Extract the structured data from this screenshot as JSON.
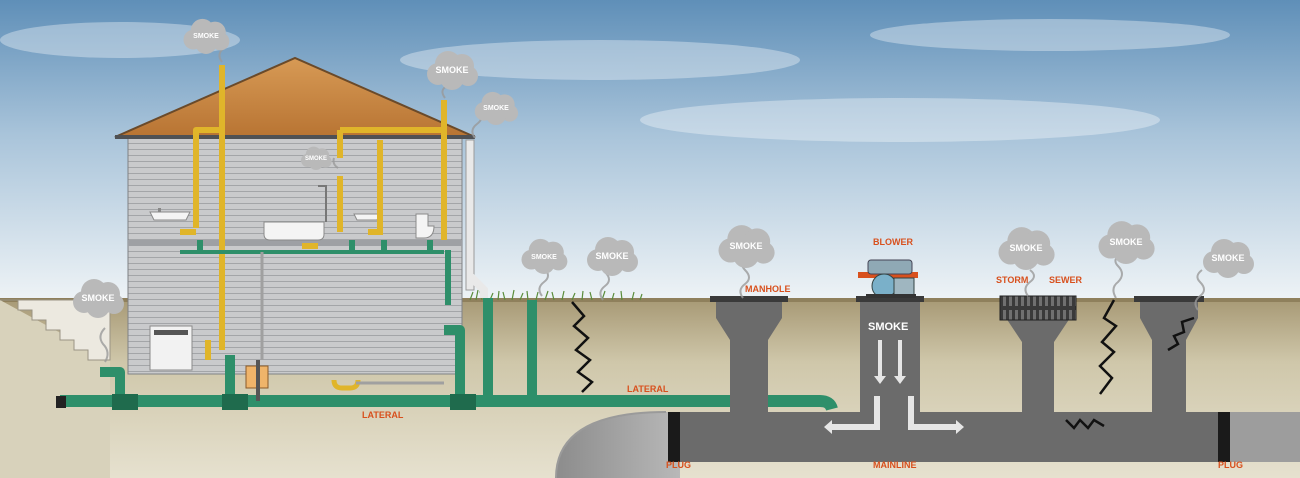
{
  "labels": {
    "manhole": "MANHOLE",
    "blower": "BLOWER",
    "storm": "STORM",
    "sewer": "SEWER",
    "lateral_left": "LATERAL",
    "lateral_right": "LATERAL",
    "mainline": "MAINLINE",
    "plug_left": "PLUG",
    "plug_right": "PLUG",
    "blower_smoke": "SMOKE"
  },
  "smoke_puffs": {
    "house_stack_left": "SMOKE",
    "house_stack_right": "SMOKE",
    "house_stack_vent": "SMOKE",
    "house_interior": "SMOKE",
    "yard_left": "SMOKE",
    "lawn_1": "SMOKE",
    "lawn_2": "SMOKE",
    "manhole": "SMOKE",
    "storm_sewer": "SMOKE",
    "crack_right": "SMOKE",
    "far_right": "SMOKE"
  },
  "colors": {
    "pipe_green": "#2e8f6a",
    "vent_yellow": "#e0b52a",
    "sewer_grey": "#6b6b6b",
    "label_orange": "#d8501d",
    "smoke_grey": "#b9b9b9"
  }
}
